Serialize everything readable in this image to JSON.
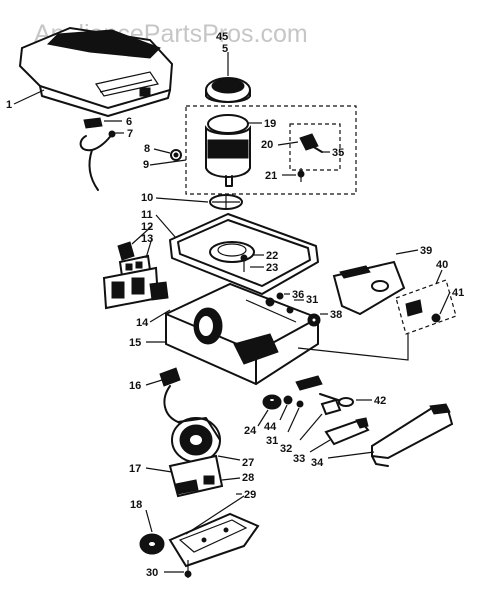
{
  "watermark": "AppliancePartsPros.com",
  "labels": {
    "p1": "1",
    "p6": "6",
    "p7": "7",
    "p8": "8",
    "p9": "9",
    "p45": "45",
    "p5": "5",
    "p19": "19",
    "p20": "20",
    "p35": "35",
    "p21": "21",
    "p10": "10",
    "p11": "11",
    "p12": "12",
    "p13": "13",
    "p14": "14",
    "p15": "15",
    "p22": "22",
    "p23": "23",
    "p36": "36",
    "p31a": "31",
    "p38": "38",
    "p39": "39",
    "p40": "40",
    "p41": "41",
    "p42": "42",
    "p16": "16",
    "p24": "24",
    "p44": "44",
    "p31b": "31",
    "p32": "32",
    "p33": "33",
    "p34": "34",
    "p27": "27",
    "p17": "17",
    "p28": "28",
    "p18": "18",
    "p29": "29",
    "p30": "30"
  }
}
